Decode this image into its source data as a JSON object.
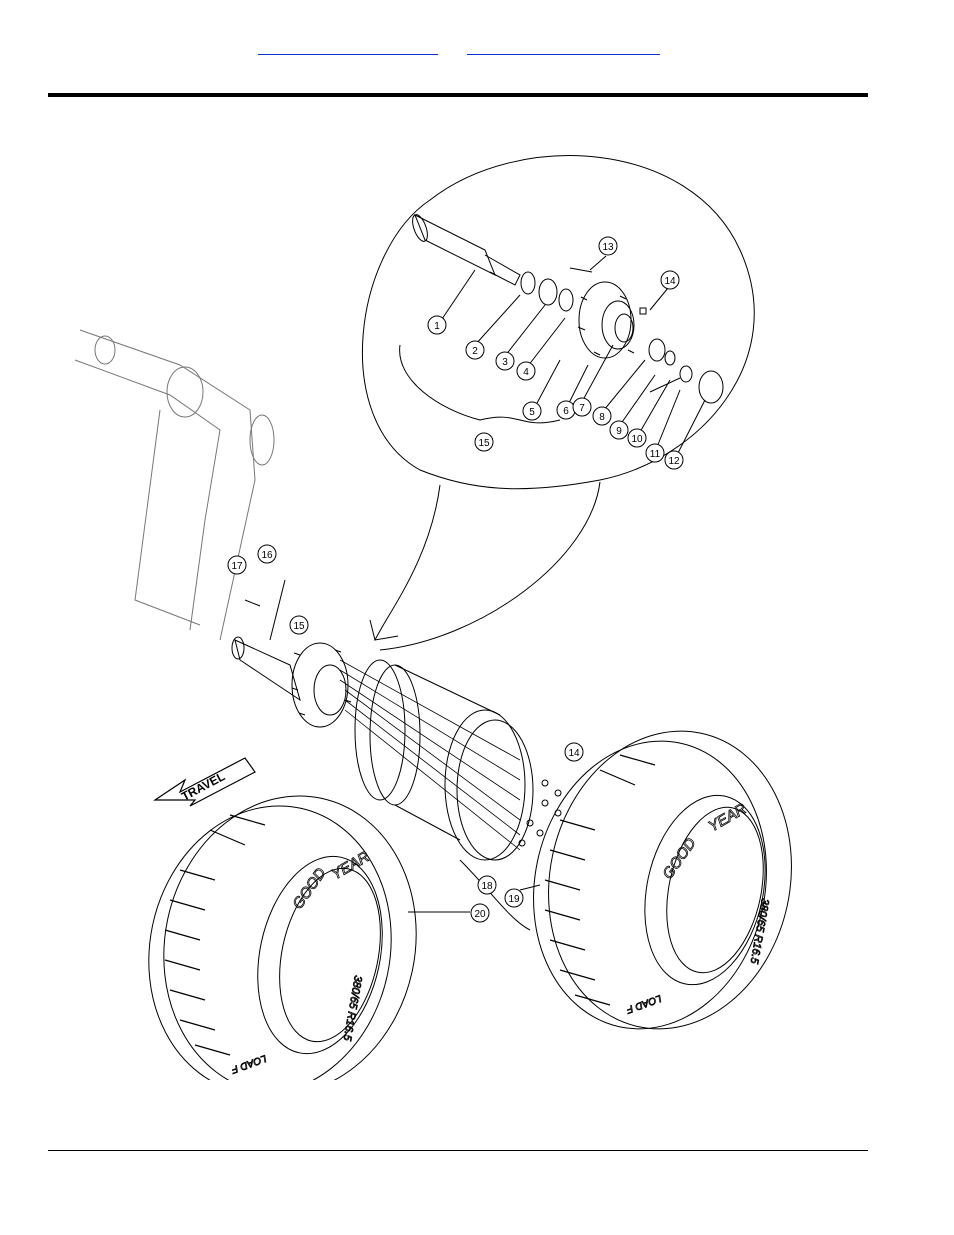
{
  "header": {
    "link_a": "",
    "link_b": ""
  },
  "diagram": {
    "callouts": [
      "1",
      "2",
      "3",
      "4",
      "5",
      "6",
      "7",
      "8",
      "9",
      "10",
      "11",
      "12",
      "13",
      "14",
      "15",
      "16",
      "17",
      "14",
      "18",
      "19",
      "20"
    ],
    "travel_label": "TRAVEL",
    "tire_brand_1": "GOOD",
    "tire_brand_2": "YEAR",
    "tire_size": "380/65 R16.5",
    "tire_load": "LOAD F"
  },
  "colors": {
    "line": "#000000",
    "frame": "#777777"
  }
}
